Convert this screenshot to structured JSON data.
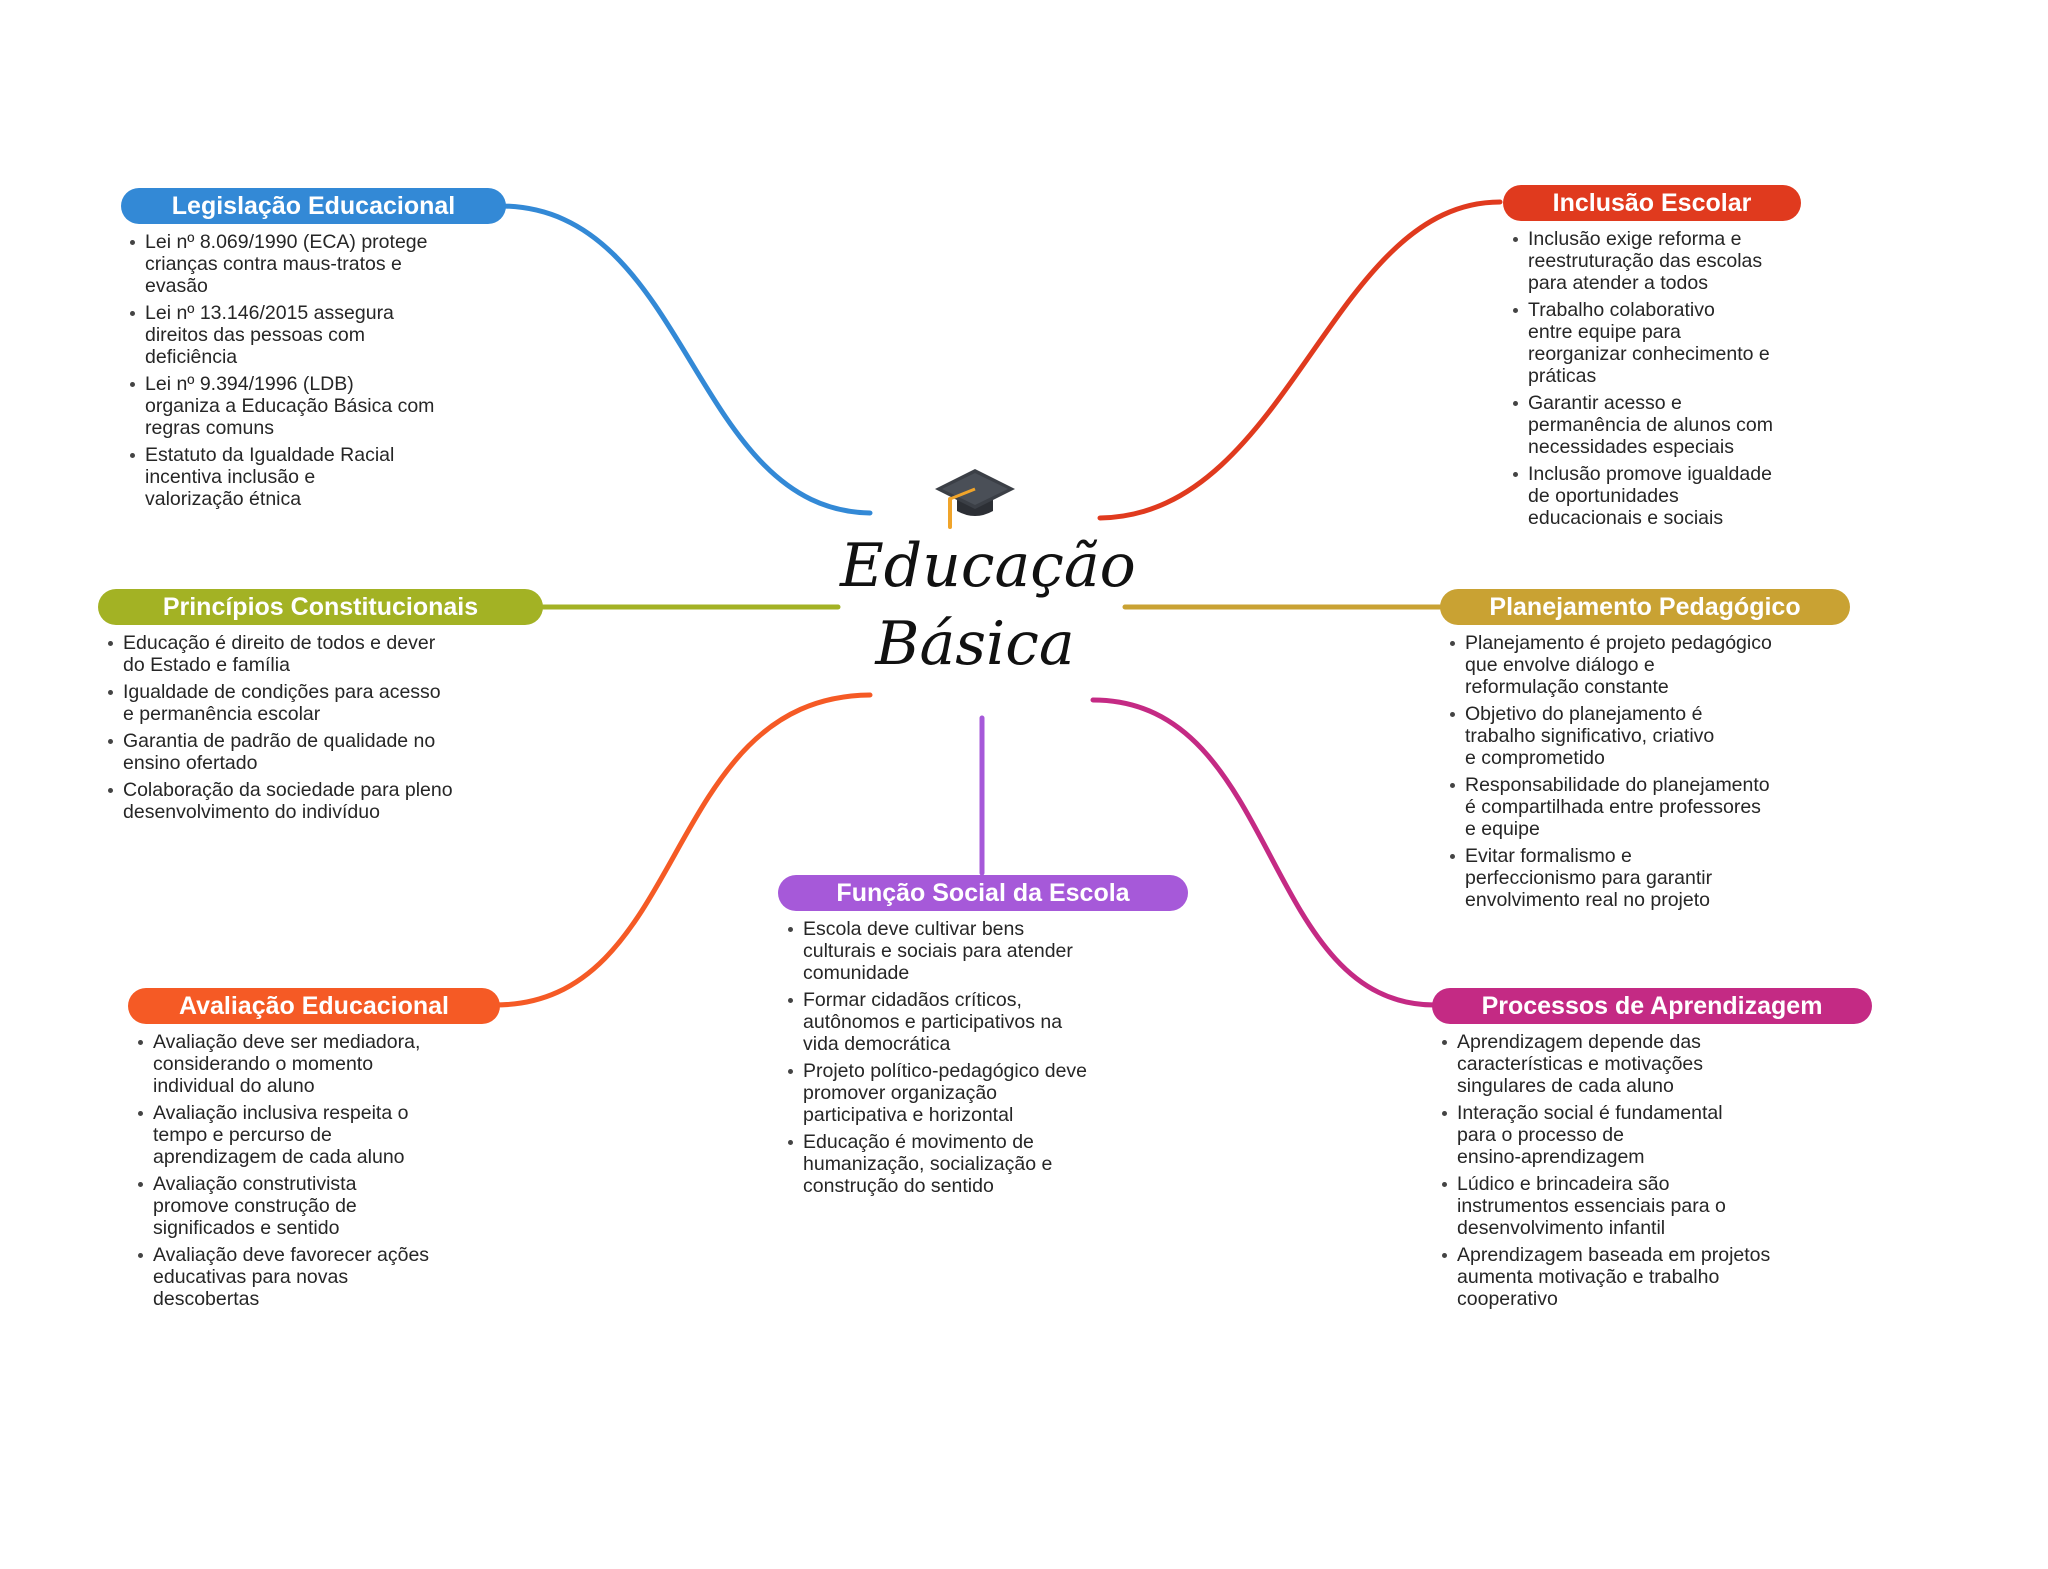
{
  "center": {
    "title": "Educação\nBásica",
    "icon": "graduation-cap-icon"
  },
  "topics": [
    {
      "id": "legislacao",
      "label": "Legislação Educacional",
      "color": "#3389d6",
      "items": [
        "Lei nº 8.069/1990 (ECA) protege\ncrianças contra maus-tratos e\nevasão",
        "Lei nº 13.146/2015 assegura\ndireitos das pessoas com\ndeficiência",
        "Lei nº 9.394/1996 (LDB)\norganiza a Educação Básica com\nregras comuns",
        "Estatuto da Igualdade Racial\nincentiva inclusão e\nvalorização étnica"
      ]
    },
    {
      "id": "principios",
      "label": "Princípios Constitucionais",
      "color": "#a3b224",
      "items": [
        "Educação é direito de todos e dever\ndo Estado e família",
        "Igualdade de condições para acesso\ne permanência escolar",
        "Garantia de padrão de qualidade no\nensino ofertado",
        "Colaboração da sociedade para pleno\ndesenvolvimento do indivíduo"
      ]
    },
    {
      "id": "avaliacao",
      "label": "Avaliação Educacional",
      "color": "#f55a25",
      "items": [
        "Avaliação deve ser mediadora,\nconsiderando o momento\nindividual do aluno",
        "Avaliação inclusiva respeita o\ntempo e percurso de\naprendizagem de cada aluno",
        "Avaliação construtivista\npromove construção de\nsignificados e sentido",
        "Avaliação deve favorecer ações\neducativas para novas\ndescobertas"
      ]
    },
    {
      "id": "funcao",
      "label": "Função Social da Escola",
      "color": "#a659d9",
      "items": [
        "Escola deve cultivar bens\nculturais e sociais para atender\ncomunidade",
        "Formar cidadãos críticos,\nautônomos e participativos na\nvida democrática",
        "Projeto político-pedagógico deve\npromover organização\nparticipativa e horizontal",
        "Educação é movimento de\nhumanização, socialização e\nconstrução do sentido"
      ]
    },
    {
      "id": "inclusao",
      "label": "Inclusão Escolar",
      "color": "#e03a1e",
      "items": [
        "Inclusão exige reforma e\nreestruturação das escolas\npara atender a todos",
        "Trabalho colaborativo\nentre equipe para\nreorganizar conhecimento e\npráticas",
        "Garantir acesso e\npermanência de alunos com\nnecessidades especiais",
        "Inclusão promove igualdade\nde oportunidades\neducacionais e sociais"
      ]
    },
    {
      "id": "planejamento",
      "label": "Planejamento Pedagógico",
      "color": "#c9a233",
      "items": [
        "Planejamento é projeto pedagógico\nque envolve diálogo e\nreformulação constante",
        "Objetivo do planejamento é\ntrabalho significativo, criativo\ne comprometido",
        "Responsabilidade do planejamento\né compartilhada entre professores\ne equipe",
        "Evitar formalismo e\nperfeccionismo para garantir\nenvolvimento real no projeto"
      ]
    },
    {
      "id": "processos",
      "label": "Processos de Aprendizagem",
      "color": "#c42a84",
      "items": [
        "Aprendizagem depende das\ncaracterísticas e motivações\nsingulares de cada aluno",
        "Interação social é fundamental\npara o processo de\nensino-aprendizagem",
        "Lúdico e brincadeira são\ninstrumentos essenciais para o\ndesenvolvimento infantil",
        "Aprendizagem baseada em projetos\naumenta motivação e trabalho\ncooperativo"
      ]
    }
  ]
}
